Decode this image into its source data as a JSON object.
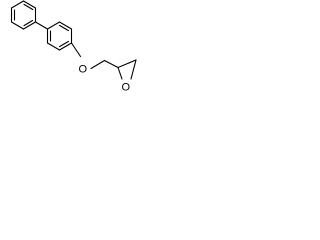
{
  "molecule": {
    "atoms": {
      "ether_oxygen": "O",
      "epoxide_oxygen": "O"
    },
    "rings": [
      "phenyl",
      "phenylene",
      "oxirane"
    ]
  }
}
